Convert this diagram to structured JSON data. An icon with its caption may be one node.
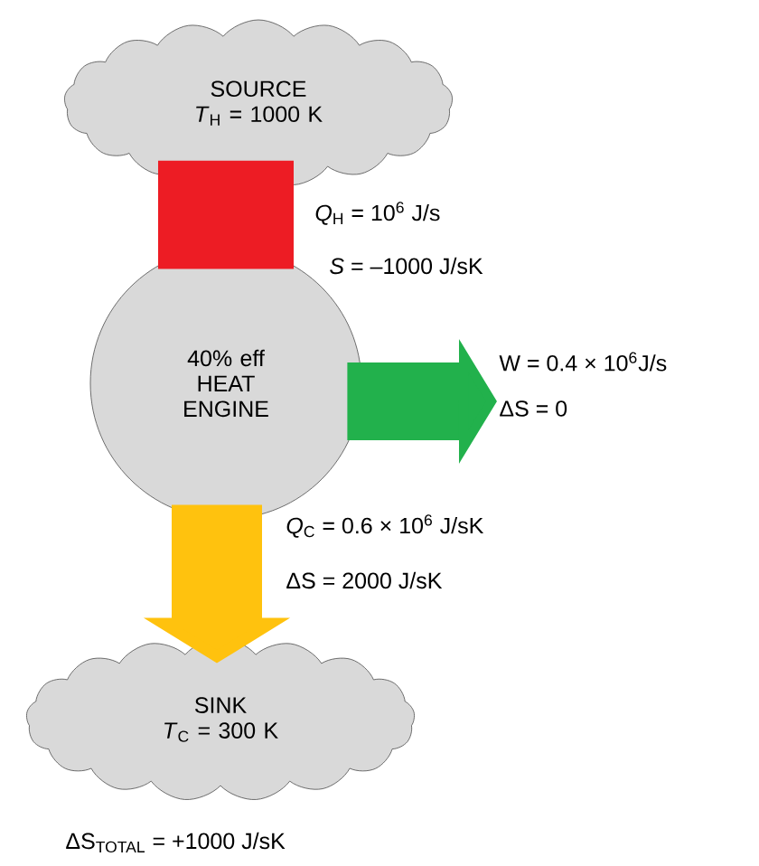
{
  "diagram": {
    "nodes": [
      {
        "text": [
          "SOURCE",
          "*T*$_{H}$ = 1000 K"
        ]
      },
      {
        "text": [
          "40% eff HEAT ENGINE"
        ]
      },
      {
        "text": [
          "SINK",
          "*T*$_{C}$ = 300 K"
        ]
      }
    ],
    "edges": [
      {
        "from": 0,
        "to": 1,
        "arrow": "none",
        "color": "#ed1c24"
      },
      {
        "from": 1,
        "to": null,
        "arrow": "to",
        "color": "#22b14c"
      },
      {
        "from": 1,
        "to": 2,
        "arrow": "to",
        "color": "#ffc20e"
      }
    ],
    "labels": [
      "*Q*$_{H}$ = 10$^{6}$ J/s",
      "*S* = –1000 J/sK",
      "W = 0.4 × 10$^{6}$J/s",
      "ΔS = 0",
      "*Q*$_{C}$ = 0.6 × 10$^{6}$ J/sK",
      "ΔS = 2000 J/sK",
      "ΔS$_{TOTAL}$ = +1000 J/sK"
    ]
  }
}
